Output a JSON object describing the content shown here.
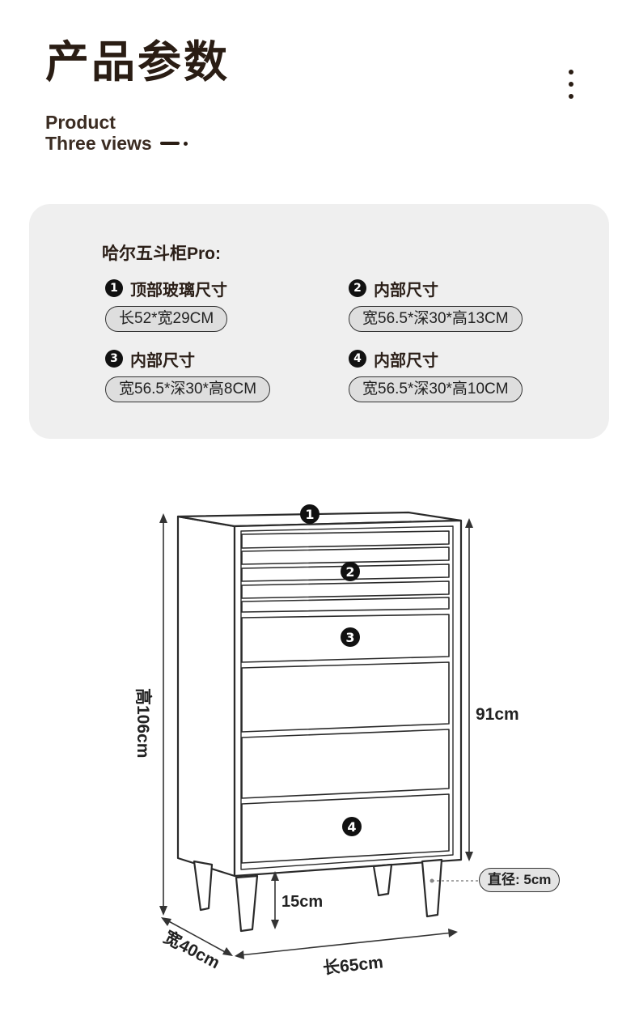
{
  "header": {
    "title": "产品参数",
    "subtitle_line1": "Product",
    "subtitle_line2": "Three views"
  },
  "spec": {
    "product_name": "哈尔五斗柜Pro:",
    "items": [
      {
        "badge": "1",
        "label": "顶部玻璃尺寸",
        "value": "长52*宽29CM"
      },
      {
        "badge": "2",
        "label": "内部尺寸",
        "value": "宽56.5*深30*高13CM"
      },
      {
        "badge": "3",
        "label": "内部尺寸",
        "value": "宽56.5*深30*高8CM"
      },
      {
        "badge": "4",
        "label": "内部尺寸",
        "value": "宽56.5*深30*高10CM"
      }
    ]
  },
  "drawing": {
    "markers": [
      "1",
      "2",
      "3",
      "4"
    ],
    "height_label": "高106cm",
    "body_height_label": "91cm",
    "leg_height_label": "15cm",
    "depth_label": "宽40cm",
    "length_label": "长65cm",
    "leg_diameter_label": "直径: 5cm"
  },
  "colors": {
    "panel_bg": "#efefef",
    "pill_bg": "#dedede",
    "text_dark": "#2a1d14"
  }
}
